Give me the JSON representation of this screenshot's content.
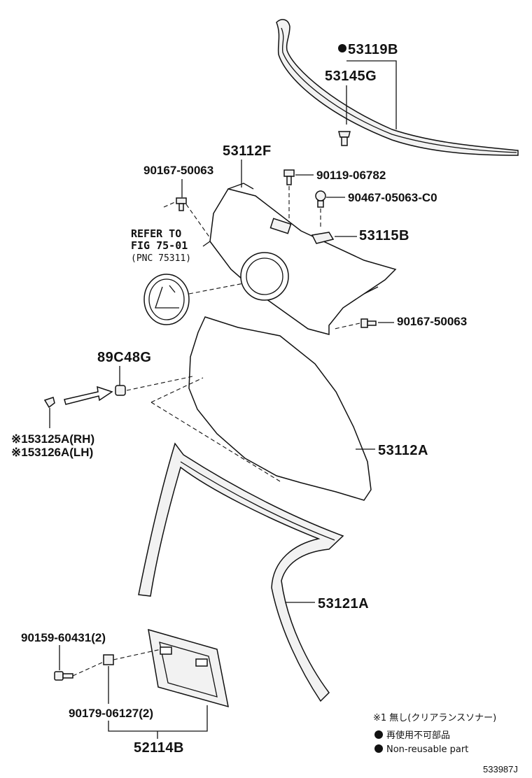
{
  "parts": {
    "p53119B": "53119B",
    "p53145G": "53145G",
    "p53112F": "53112F",
    "p90167_50063_top": "90167-50063",
    "p90119_06782": "90119-06782",
    "p90467_05063_C0": "90467-05063-C0",
    "p53115B": "53115B",
    "p90167_50063_right": "90167-50063",
    "p89C48G": "89C48G",
    "p53125A": "※153125A(RH)",
    "p53126A": "※153126A(LH)",
    "p53112A": "53112A",
    "p53121A": "53121A",
    "p90159_60431": "90159-60431(2)",
    "p90179_06127": "90179-06127(2)",
    "p52114B": "52114B"
  },
  "reference": {
    "line1": "REFER TO",
    "line2": "FIG 75-01",
    "line3": "(PNC 75311)"
  },
  "legend": {
    "note1": "※1 無し(クリアランスソナー)",
    "jp_nonreusable": "再使用不可部品",
    "en_nonreusable": "Non-reusable part"
  },
  "diagram_code": "533987J",
  "icons": {
    "nonreusable_marker": "filled-circle"
  }
}
